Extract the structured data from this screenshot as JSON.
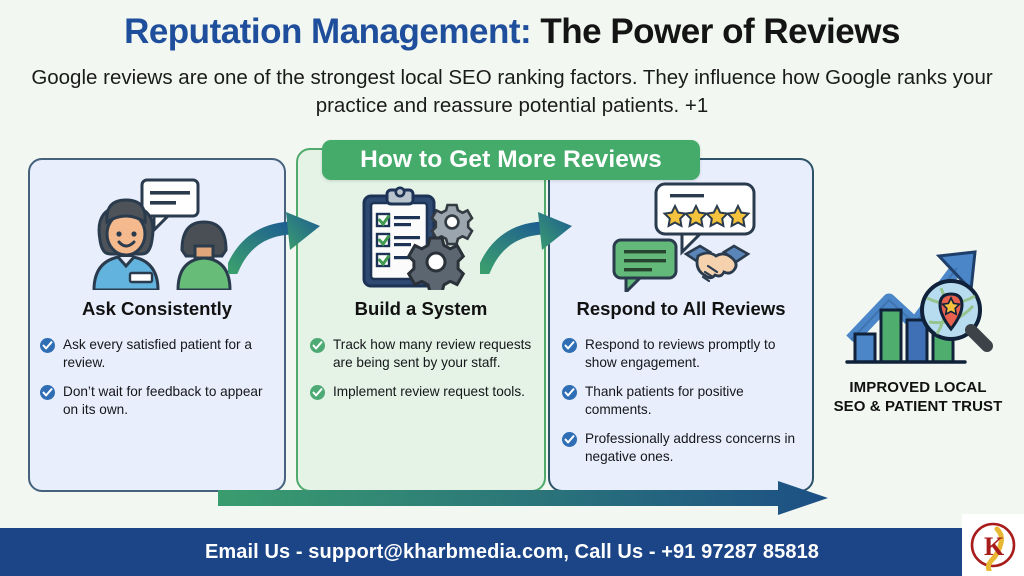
{
  "header": {
    "title_primary": "Reputation Management:",
    "title_secondary": "The Power of Reviews",
    "subtitle": "Google reviews are one of the strongest local SEO ranking factors. They influence how Google ranks your practice and reassure potential patients. +1"
  },
  "banner": {
    "label": "How to Get More Reviews"
  },
  "columns": [
    {
      "title": "Ask Consistently",
      "illustration": "two-people-speech-bubble-illustration",
      "accent": "#2f6eb5",
      "bullets": [
        "Ask every satisfied patient for a review.",
        "Don’t wait for feedback to appear on its own."
      ]
    },
    {
      "title": "Build a System",
      "illustration": "clipboard-checklist-gears-illustration",
      "accent": "#4eaa74",
      "bullets": [
        "Track how many review requests are being sent by your staff.",
        "Implement review request tools."
      ]
    },
    {
      "title": "Respond to All Reviews",
      "illustration": "star-rating-handshake-illustration",
      "accent": "#2f6eb5",
      "bullets": [
        "Respond to reviews promptly to show engagement.",
        "Thank patients for positive comments.",
        "Professionally address concerns in negative ones."
      ]
    }
  ],
  "result": {
    "icon": "growth-chart-magnifier-icon",
    "line1": "IMPROVED LOCAL",
    "line2": "SEO & PATIENT TRUST"
  },
  "footer": {
    "text": "Email Us - support@kharbmedia.com, Call Us - +91 97287 85818",
    "logo_letter": "K"
  },
  "colors": {
    "background": "#f2f8f1",
    "title_blue": "#1f4e9c",
    "title_black": "#141414",
    "banner_green": "#45ab6b",
    "panel_blue_fill": "#e8eefb",
    "panel_green_fill": "#e4f3e6",
    "footer_blue": "#1b4587",
    "arrow_green": "#3a9d6e",
    "arrow_blue": "#1f5e96"
  }
}
